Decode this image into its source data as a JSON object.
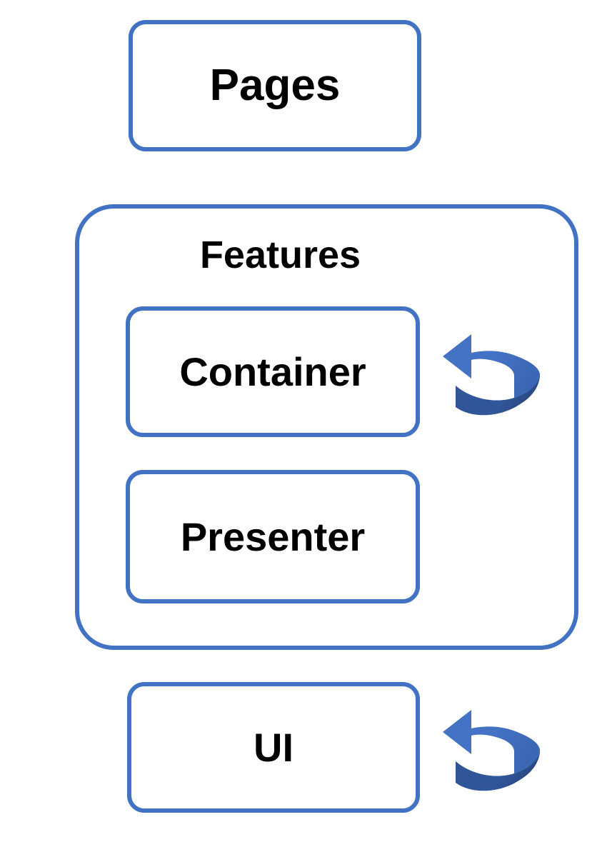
{
  "diagram": {
    "title": "Layered architecture diagram",
    "background_color": "#FFFFFF",
    "accent_color": "#4272C4",
    "arrow_light_color": "#4472C4",
    "arrow_dark_color": "#2F5597",
    "text_color": "#000000",
    "nodes": {
      "pages": {
        "label": "Pages"
      },
      "features": {
        "label": "Features",
        "children": [
          {
            "label": "Container"
          },
          {
            "label": "Presenter"
          }
        ]
      },
      "ui": {
        "label": "UI"
      }
    },
    "icons": {
      "rotation_arrow_container": "circular-arrow-icon",
      "rotation_arrow_ui": "circular-arrow-icon"
    }
  }
}
